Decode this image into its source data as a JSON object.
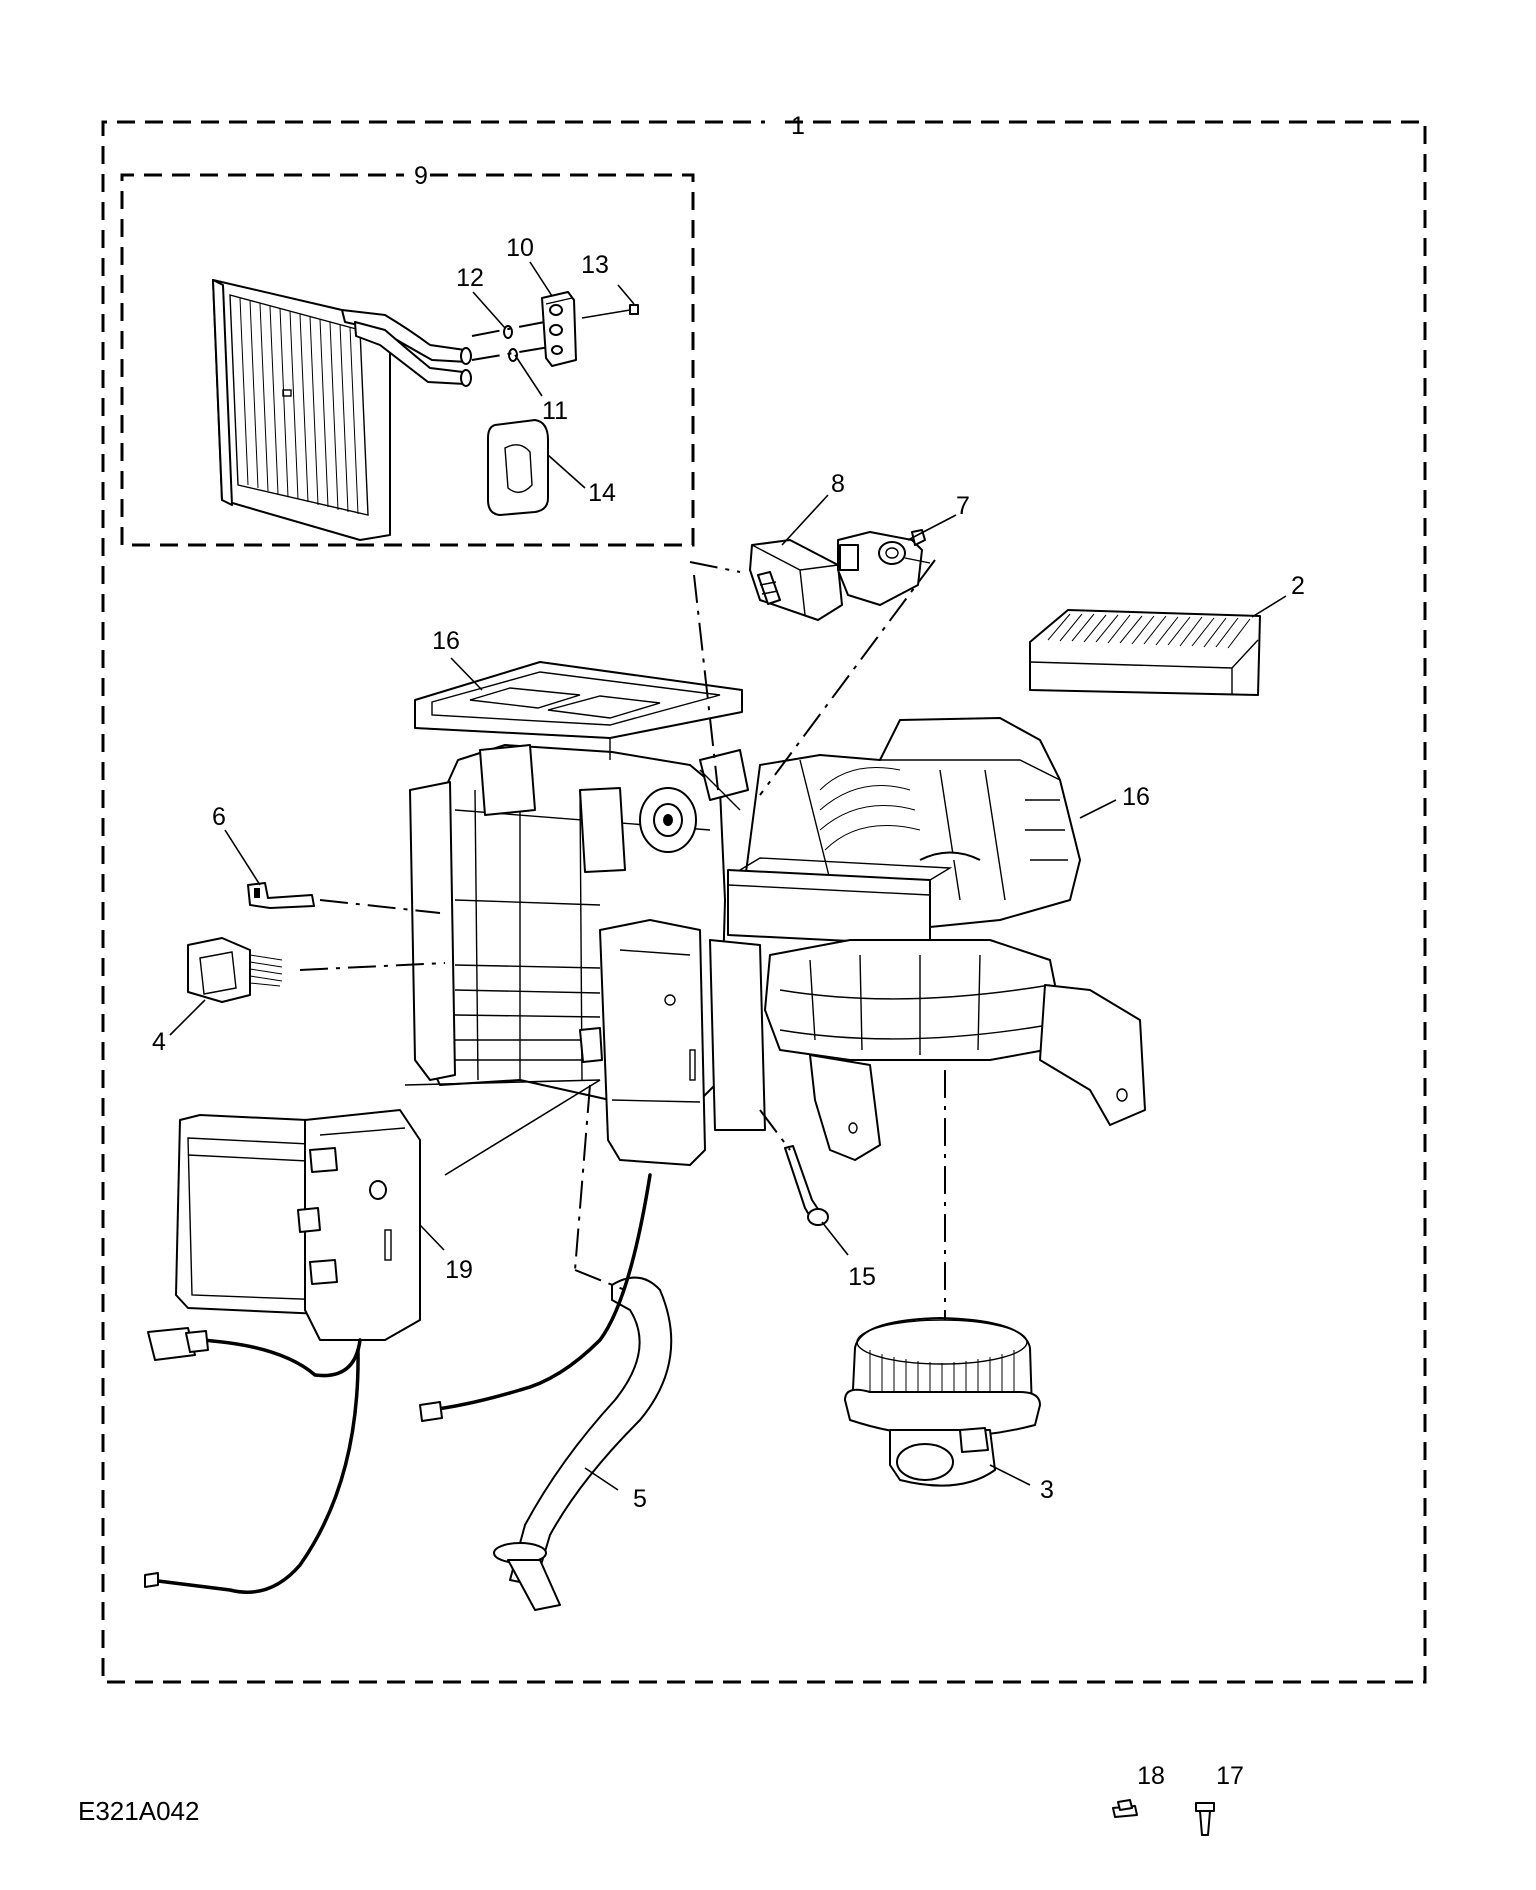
{
  "drawing_code": "E321A042",
  "callouts": [
    {
      "id": "1",
      "text": "1"
    },
    {
      "id": "2",
      "text": "2"
    },
    {
      "id": "3",
      "text": "3"
    },
    {
      "id": "4",
      "text": "4"
    },
    {
      "id": "5",
      "text": "5"
    },
    {
      "id": "6",
      "text": "6"
    },
    {
      "id": "7",
      "text": "7"
    },
    {
      "id": "8",
      "text": "8"
    },
    {
      "id": "9",
      "text": "9"
    },
    {
      "id": "10",
      "text": "10"
    },
    {
      "id": "11",
      "text": "11"
    },
    {
      "id": "12",
      "text": "12"
    },
    {
      "id": "13",
      "text": "13"
    },
    {
      "id": "14",
      "text": "14"
    },
    {
      "id": "15",
      "text": "15"
    },
    {
      "id": "16a",
      "text": "16"
    },
    {
      "id": "16b",
      "text": "16"
    },
    {
      "id": "17",
      "text": "17"
    },
    {
      "id": "18",
      "text": "18"
    },
    {
      "id": "19",
      "text": "19"
    }
  ]
}
